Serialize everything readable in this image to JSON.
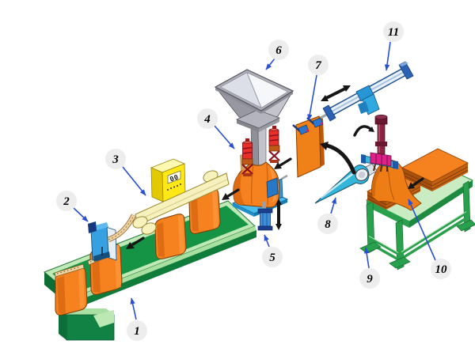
{
  "diagram": {
    "background": "#ffffff",
    "control_panel": {
      "display": "00"
    },
    "callouts": [
      {
        "label": "1",
        "part": "conveyor"
      },
      {
        "label": "2",
        "part": "bag-sewing-machine"
      },
      {
        "label": "3",
        "part": "control-panel"
      },
      {
        "label": "4",
        "part": "bag-neck-clamps"
      },
      {
        "label": "5",
        "part": "lift-cylinder"
      },
      {
        "label": "6",
        "part": "feed-hopper"
      },
      {
        "label": "7",
        "part": "bag-transfer-plate"
      },
      {
        "label": "8",
        "part": "bag-opening-cone"
      },
      {
        "label": "9",
        "part": "bag-stock-table"
      },
      {
        "label": "10",
        "part": "bag-stack"
      },
      {
        "label": "11",
        "part": "transfer-rail"
      }
    ],
    "colors": {
      "conveyor_green": "#169446",
      "conveyor_rim_green": "#bfe9b6",
      "bag_orange": "#f5821f",
      "machine_blue": "#36a0e0",
      "panel_yellow": "#ffe816",
      "table_pale_yellow": "#f7f2bd",
      "hopper_gray": "#aeaeb8",
      "clamp_red": "#e83028",
      "platform_cyan": "#48bcec",
      "plate_orange": "#f08018",
      "cone_cyan": "#34b6da",
      "rod_maroon": "#8a2440",
      "gripper_magenta": "#e02088",
      "rail_blue": "#2b62b4",
      "stand_green": "#29a04c",
      "callout_blue": "#2a4fd4",
      "arrow_black": "#161616"
    }
  }
}
